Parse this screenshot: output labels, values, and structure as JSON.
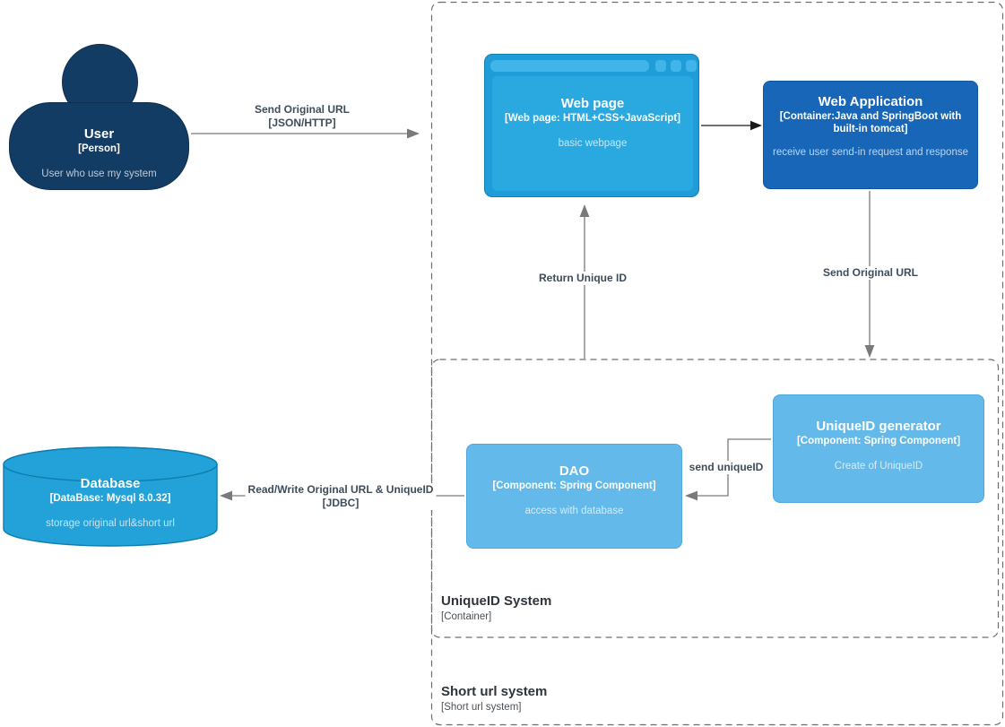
{
  "nodes": {
    "user": {
      "name": "User",
      "type": "[Person]",
      "desc": "User who use my system"
    },
    "web_page": {
      "name": "Web page",
      "type": "[Web page: HTML+CSS+JavaScript]",
      "desc": "basic webpage"
    },
    "web_application": {
      "name": "Web Application",
      "type": "[Container:Java and SpringBoot with built-in tomcat]",
      "desc": "receive user send-in request and response"
    },
    "uniqueid_generator": {
      "name": "UniqueID generator",
      "type": "[Component: Spring Component]",
      "desc": "Create of UniqueID"
    },
    "dao": {
      "name": "DAO",
      "type": "[Component: Spring Component]",
      "desc": "access with database"
    },
    "database": {
      "name": "Database",
      "type": "[DataBase: Mysql 8.0.32]",
      "desc": "storage original url&short url"
    }
  },
  "edges": {
    "user_to_web_page": {
      "label": "Send Original URL",
      "tech": "[JSON/HTTP]"
    },
    "return_unique_id": {
      "label": "Return Unique ID"
    },
    "send_original_url_down": {
      "label": "Send Original URL"
    },
    "generator_to_dao": {
      "label": "send uniqueID"
    },
    "dao_to_database": {
      "label": "Read/Write Original URL & UniqueID",
      "tech": "[JDBC]"
    }
  },
  "boundaries": {
    "uniqueid_system": {
      "name": "UniqueID System",
      "type": "[Container]"
    },
    "short_url_system": {
      "name": "Short url system",
      "type": "[Short url system]"
    }
  },
  "colors": {
    "person_fill": "#133C64",
    "container_fill": "#1766B8",
    "component_fill": "#63B9EA",
    "browser_frame": "#1E9DD8",
    "browser_panel": "#2AA9E0",
    "browser_bar": "#41B5E9",
    "database_fill": "#23A2D9",
    "database_stroke": "#0E7DAD",
    "arrow": "#7a7a7a",
    "arrow_dark": "#1a1a1a",
    "edge_label_text": "#3f4c59",
    "boundary_stroke": "#6e6e6e"
  }
}
